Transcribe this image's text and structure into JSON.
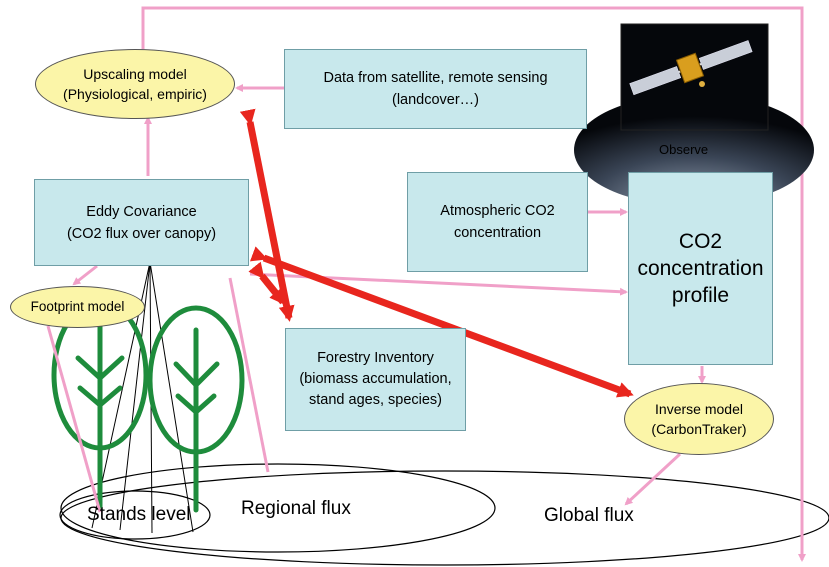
{
  "nodes": {
    "upscaling": [
      "Upscaling model",
      "(Physiological, empiric)"
    ],
    "satellite_data": [
      "Data from satellite, remote sensing",
      "(landcover…)"
    ],
    "eddy": [
      "Eddy Covariance",
      "(CO2 flux over canopy)"
    ],
    "atmospheric": [
      "Atmospheric CO2",
      "concentration"
    ],
    "co2_profile": [
      "CO2",
      "concentration",
      "profile"
    ],
    "footprint": "Footprint model",
    "forestry": [
      "Forestry Inventory",
      "(biomass accumulation,",
      "stand ages, species)"
    ],
    "inverse": [
      "Inverse model",
      "(CarbonTraker)"
    ]
  },
  "labels": {
    "observe": "Observe",
    "stands_level": "Stands level",
    "regional_flux": "Regional flux",
    "global_flux": "Global flux"
  },
  "colors": {
    "box_fill": "#c8e8ec",
    "oval_fill": "#fbf5a8",
    "pink_arrow": "#f0a0c8",
    "red_arrow": "#e8261e",
    "tree_green": "#1e8c3c"
  },
  "icons": {
    "satellite": "satellite-image",
    "trees": "tree-icon"
  }
}
